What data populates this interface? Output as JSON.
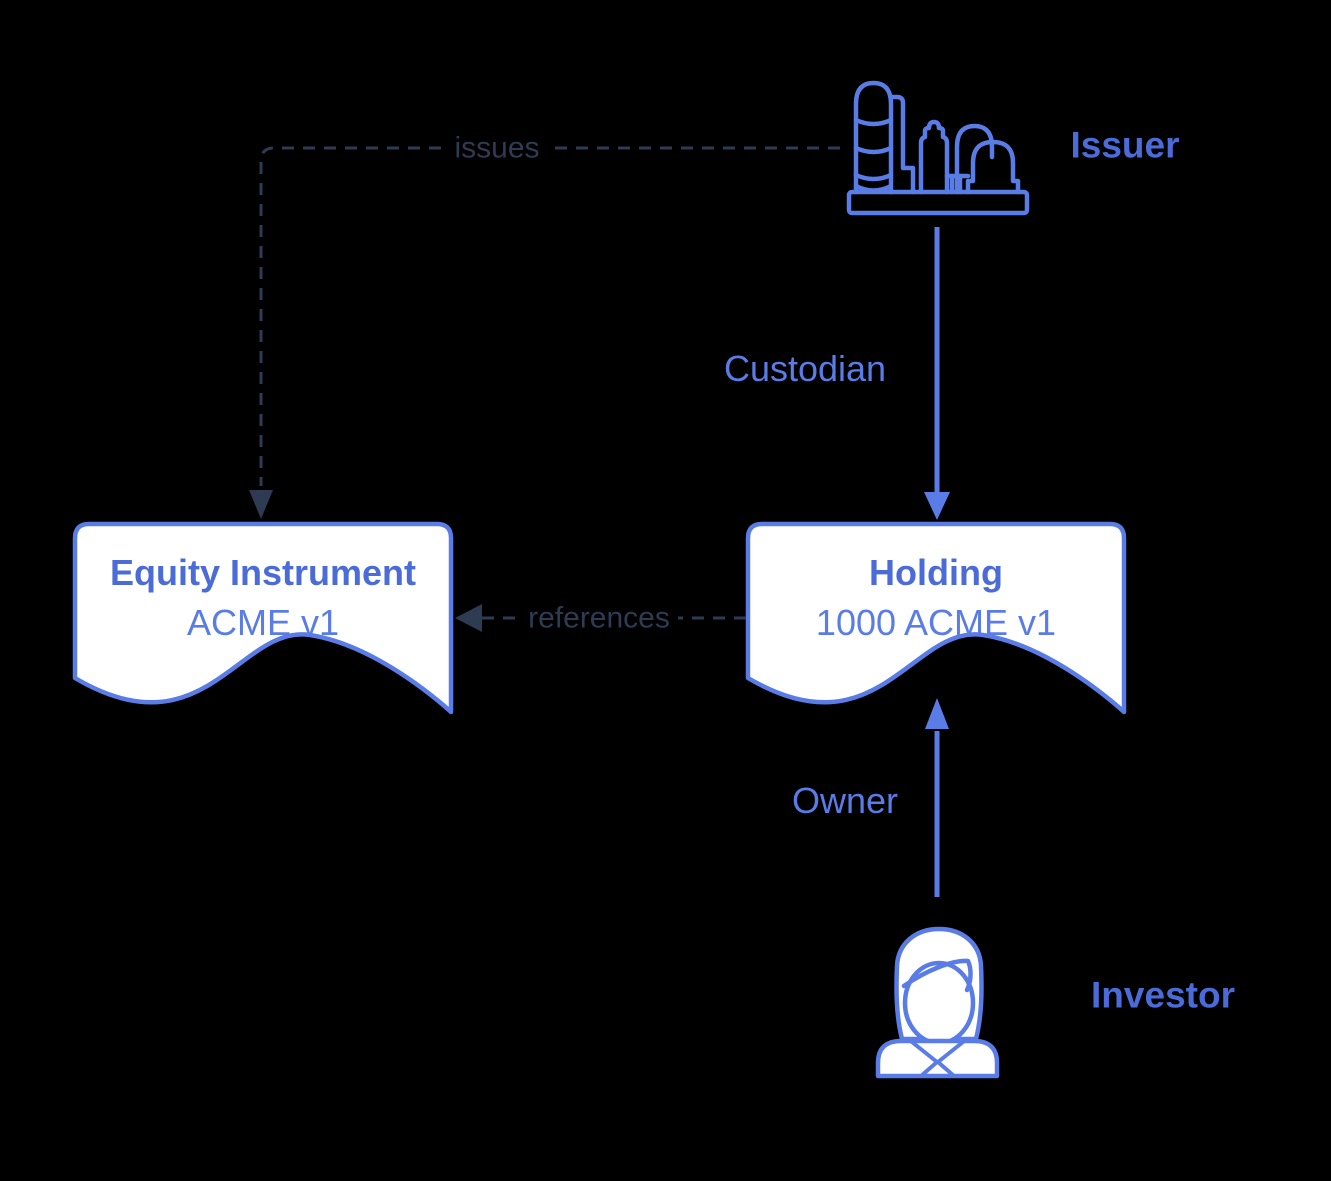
{
  "diagram": {
    "colors": {
      "canvas_bg": "#000000",
      "accent": "#5a7ce6",
      "bold_text": "#4a6bd8",
      "blue_text": "#5a7ce6",
      "dark": "#2e3b52",
      "node_fill": "#ffffff"
    },
    "nodes": {
      "issuer": {
        "label": "Issuer",
        "icon": "factory-icon"
      },
      "investor": {
        "label": "Investor",
        "icon": "person-icon"
      },
      "equity_instrument": {
        "shape": "document",
        "title": "Equity Instrument",
        "subtitle": "ACME v1"
      },
      "holding": {
        "shape": "document",
        "title": "Holding",
        "subtitle": "1000 ACME v1"
      }
    },
    "edges": {
      "issues": {
        "label": "issues",
        "style": "dashed",
        "from": "Issuer",
        "to": "Equity Instrument"
      },
      "custodian": {
        "label": "Custodian",
        "style": "solid",
        "from": "Issuer",
        "to": "Holding"
      },
      "references": {
        "label": "references",
        "style": "dashed",
        "from": "Holding",
        "to": "Equity Instrument"
      },
      "owner": {
        "label": "Owner",
        "style": "solid",
        "from": "Investor",
        "to": "Holding"
      }
    }
  }
}
